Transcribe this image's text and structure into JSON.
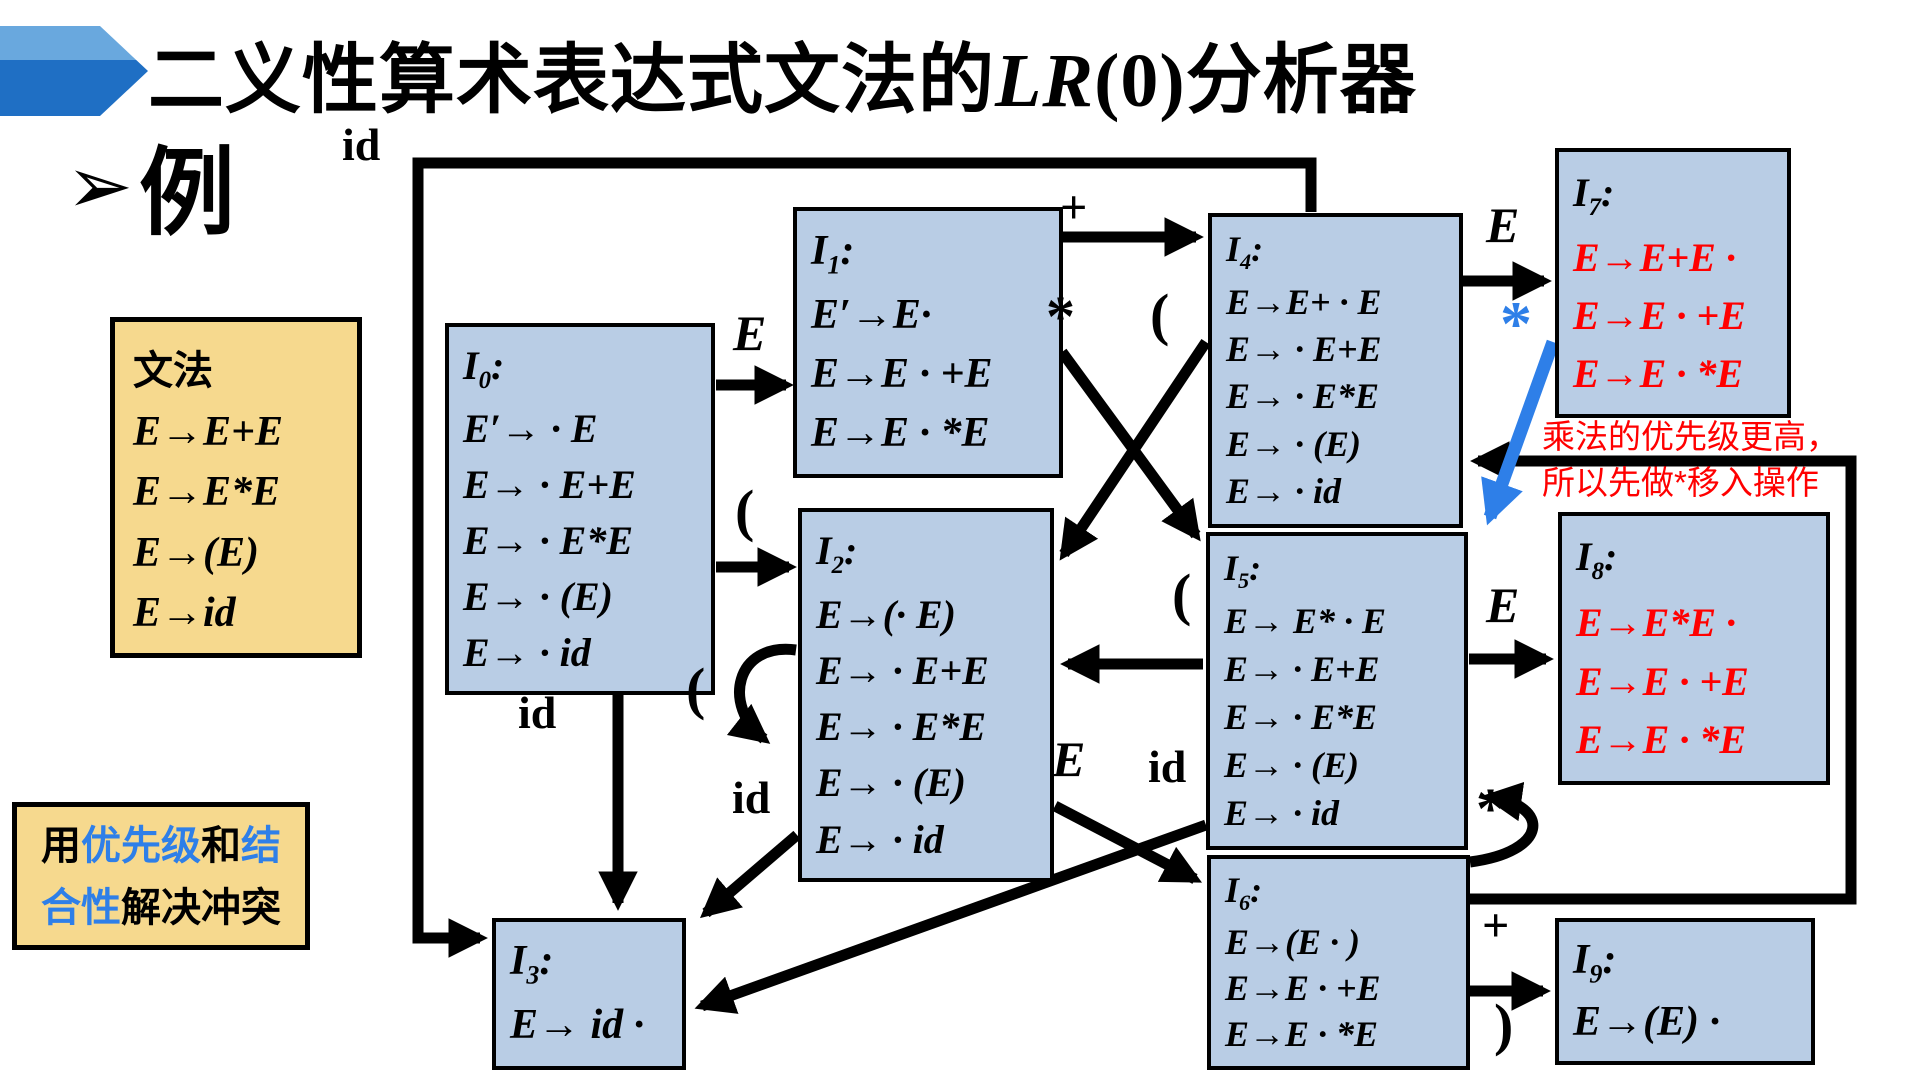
{
  "title": {
    "cjk_head": "二义性算术表达式文法的",
    "math": "LR",
    "math_paren": "(0)",
    "cjk_tail": "分析器"
  },
  "bullet": {
    "marker": "➢",
    "label": "例"
  },
  "grammar_box": {
    "heading": "文法",
    "productions": [
      "E→E+E",
      "E→E*E",
      "E→(E)",
      "E→id"
    ]
  },
  "note_box": {
    "parts": [
      {
        "text": "用"
      },
      {
        "text": "优先级"
      },
      {
        "text": "和"
      },
      {
        "text": "结合性"
      },
      {
        "text": "解决冲突"
      }
    ]
  },
  "annotation": {
    "line1": "乘法的优先级更高，",
    "line2": "所以先做*移入操作"
  },
  "punct": {
    "colon": ":"
  },
  "colors": {
    "state_fill": "#B9CDE5",
    "panel_fill": "#F6D98E",
    "reduce_item_red": "#FF0000",
    "conflict_blue": "#2E7FE8",
    "chevron_light": "#69A8DE",
    "chevron_dark": "#1F6FC4"
  },
  "states": [
    {
      "head": "I",
      "sub": "0",
      "items": [
        "E′→ · E",
        "E→ · E+E",
        "E→ · E*E",
        "E→ · (E)",
        "E→ · id"
      ]
    },
    {
      "head": "I",
      "sub": "1",
      "items": [
        "E′→E·",
        "E→E · +E",
        "E→E · *E"
      ]
    },
    {
      "head": "I",
      "sub": "2",
      "items": [
        "E→(· E)",
        "E→ · E+E",
        "E→ · E*E",
        "E→ · (E)",
        "E→ · id"
      ]
    },
    {
      "head": "I",
      "sub": "3",
      "items": [
        "E→ id ·"
      ]
    },
    {
      "head": "I",
      "sub": "4",
      "items": [
        "E→E+ · E",
        "E→ · E+E",
        "E→ · E*E",
        "E→ · (E)",
        "E→ · id"
      ]
    },
    {
      "head": "I",
      "sub": "5",
      "items": [
        "E→ E* · E",
        "E→ · E+E",
        "E→ · E*E",
        "E→ · (E)",
        "E→ · id"
      ]
    },
    {
      "head": "I",
      "sub": "6",
      "items": [
        "E→(E · )",
        "E→E · +E",
        "E→E · *E"
      ]
    },
    {
      "head": "I",
      "sub": "7",
      "items": [
        "E→E+E ·",
        "E→E · +E",
        "E→E · *E"
      ]
    },
    {
      "head": "I",
      "sub": "8",
      "items": [
        "E→E*E ·",
        "E→E · +E",
        "E→E · *E"
      ]
    },
    {
      "head": "I",
      "sub": "9",
      "items": [
        "E→(E) ·"
      ]
    }
  ],
  "edge_labels": [
    {
      "label": "E"
    },
    {
      "label": "("
    },
    {
      "label": "id"
    },
    {
      "label": "id"
    },
    {
      "label": "+"
    },
    {
      "label": "*"
    },
    {
      "label": "("
    },
    {
      "label": "E"
    },
    {
      "label": "*"
    },
    {
      "label": "("
    },
    {
      "label": "E"
    },
    {
      "label": "id"
    },
    {
      "label": "E"
    },
    {
      "label": "id"
    },
    {
      "label": "("
    },
    {
      "label": "*"
    },
    {
      "label": "+"
    },
    {
      "label": ")"
    }
  ]
}
